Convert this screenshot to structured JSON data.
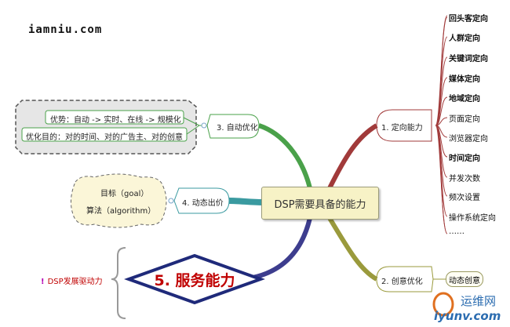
{
  "watermark": "iamniu.com",
  "central_topic": "DSP需要具备的能力",
  "branches": {
    "targeting": {
      "label": "1. 定向能力",
      "items": [
        {
          "text": "回头客定向",
          "bold": true
        },
        {
          "text": "人群定向",
          "bold": true
        },
        {
          "text": "关键词定向",
          "bold": true
        },
        {
          "text": "媒体定向",
          "bold": true
        },
        {
          "text": "地域定向",
          "bold": true
        },
        {
          "text": "页面定向",
          "bold": false
        },
        {
          "text": "浏览器定向",
          "bold": false
        },
        {
          "text": "时间定向",
          "bold": true
        },
        {
          "text": "并发次数",
          "bold": false
        },
        {
          "text": "频次设置",
          "bold": false
        },
        {
          "text": "操作系统定向",
          "bold": false
        },
        {
          "text": "……",
          "bold": false
        }
      ]
    },
    "creative": {
      "label": "2. 创意优化",
      "child": "动态创意"
    },
    "auto_optimize": {
      "label": "3. 自动优化",
      "notes": [
        "优势：自动 -> 实时、在线 -> 规模化",
        "优化目的：对的时间、对的广告主、对的创意"
      ]
    },
    "dynamic_bid": {
      "label": "4. 动态出价",
      "notes": [
        "目标（goal）",
        "算法（algorithm）"
      ]
    }
  },
  "service": {
    "label": "5. 服务能力",
    "driver_icon": "!",
    "driver_text": "DSP发展驱动力"
  },
  "logo": {
    "name": "运维网",
    "url": "iyunv.com"
  },
  "colors": {
    "targeting": "#a13a3a",
    "creative": "#9a9a3c",
    "auto_optimize": "#4aa14a",
    "dynamic_bid": "#3a9aa0",
    "service": "#3d3d8e",
    "service_text": "#c00000"
  }
}
